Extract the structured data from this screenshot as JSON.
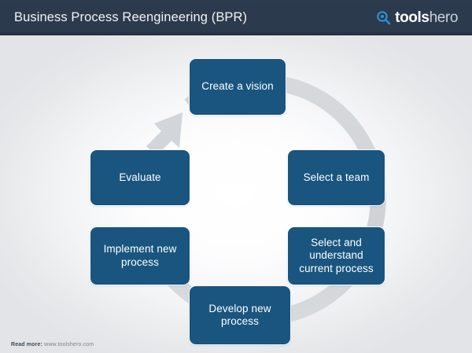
{
  "header": {
    "title": "Business Process Reengineering (BPR)",
    "logo": {
      "icon": "magnifying-glass-icon",
      "text_primary": "tools",
      "text_secondary": "hero"
    },
    "bar_color": "#2b3a4d"
  },
  "diagram": {
    "type": "cycle",
    "direction": "clockwise",
    "ring_color": "#d2d5d8",
    "node_color": "#19557f",
    "node_text_color": "#ffffff",
    "arrow": {
      "name": "cycle-arrow",
      "head_position": "upper-left",
      "head_points_toward": "Create a vision"
    },
    "nodes": [
      {
        "id": "create-a-vision",
        "label": "Create a vision",
        "position": "top"
      },
      {
        "id": "select-a-team",
        "label": "Select a team",
        "position": "upper-right"
      },
      {
        "id": "select-and-understand-current-process",
        "label": "Select and understand current process",
        "position": "lower-right"
      },
      {
        "id": "develop-new-process",
        "label": "Develop new process",
        "position": "bottom"
      },
      {
        "id": "implement-new-process",
        "label": "Implement new process",
        "position": "lower-left"
      },
      {
        "id": "evaluate",
        "label": "Evaluate",
        "position": "upper-left"
      }
    ]
  },
  "footer": {
    "label": "Read more:",
    "url": "www.toolshero.com"
  }
}
